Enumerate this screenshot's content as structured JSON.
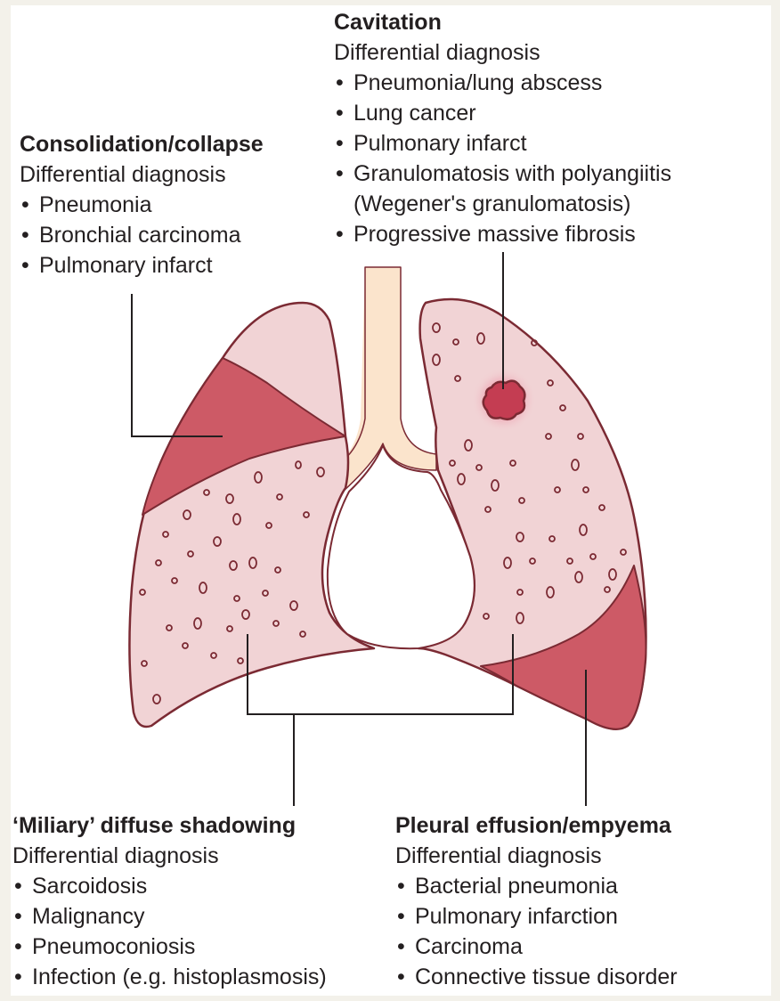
{
  "colors": {
    "lung_fill": "#f1d3d5",
    "lung_outline": "#7b2a33",
    "consolidation": "#cd5a66",
    "trachea": "#fbe4cc",
    "cavity": "#c43d52",
    "cavity_glow": "#e56b84",
    "leader_line": "#231f20"
  },
  "cavitation": {
    "title": "Cavitation",
    "subtitle": "Differential diagnosis",
    "items": [
      "Pneumonia/lung abscess",
      "Lung cancer",
      "Pulmonary infarct",
      "Granulomatosis with polyangiitis",
      "Progressive massive fibrosis"
    ],
    "item4_continuation": "(Wegener's granulomatosis)"
  },
  "consolidation": {
    "title": "Consolidation/collapse",
    "subtitle": "Differential diagnosis",
    "items": [
      "Pneumonia",
      "Bronchial carcinoma",
      "Pulmonary infarct"
    ]
  },
  "miliary": {
    "title": "‘Miliary’ diffuse shadowing",
    "subtitle": "Differential diagnosis",
    "items": [
      "Sarcoidosis",
      "Malignancy",
      "Pneumoconiosis",
      "Infection (e.g. histoplasmosis)"
    ]
  },
  "pleural": {
    "title": "Pleural effusion/empyema",
    "subtitle": "Differential diagnosis",
    "items": [
      "Bacterial pneumonia",
      "Pulmonary infarction",
      "Carcinoma",
      "Connective tissue disorder"
    ]
  }
}
